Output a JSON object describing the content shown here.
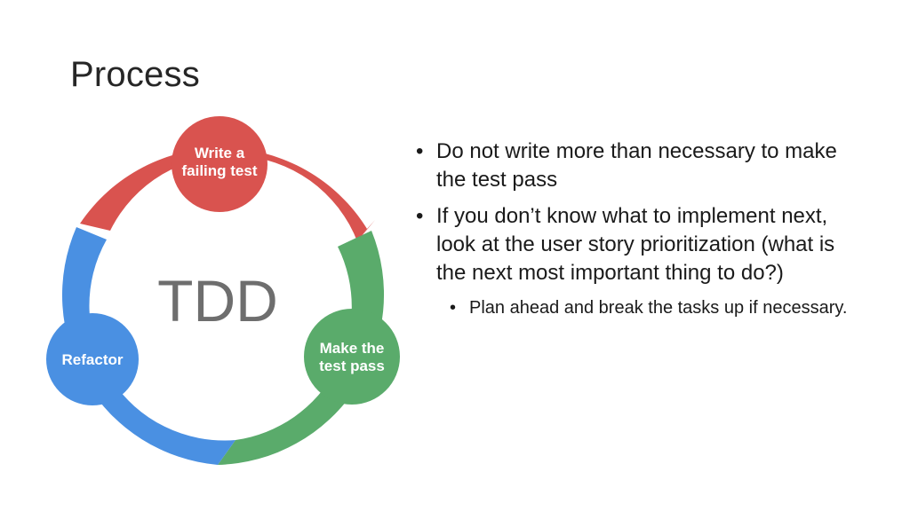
{
  "slide": {
    "title": "Process"
  },
  "diagram": {
    "center_label": "TDD",
    "steps": [
      {
        "line1": "Write a",
        "line2": "failing test",
        "color": "#d9534f"
      },
      {
        "line1": "Make the",
        "line2": "test pass",
        "color": "#5aab6b"
      },
      {
        "line1": "Refactor",
        "line2": "",
        "color": "#4a90e2"
      }
    ]
  },
  "bullets": {
    "items": [
      {
        "marker": "•",
        "text": "Do not write more than necessary to make the test pass"
      },
      {
        "marker": "•",
        "text": "If you don’t know what to implement next, look at the user story prioritization (what is the next most important thing to do?)"
      }
    ],
    "sub_items": [
      {
        "marker": "•",
        "text": "Plan ahead and break the tasks up if necessary."
      }
    ]
  }
}
